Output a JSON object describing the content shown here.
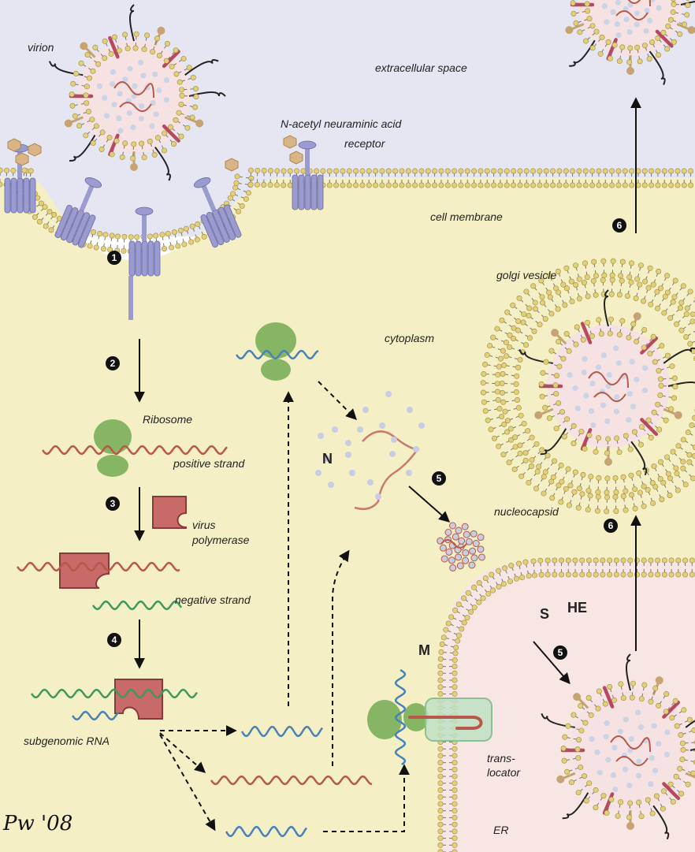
{
  "labels": {
    "virion": "virion",
    "extracellular_space": "extracellular space",
    "neuraminic_acid": "N-acetyl neuraminic acid",
    "receptor": "receptor",
    "cell_membrane": "cell membrane",
    "golgi_vesicle": "golgi vesicle",
    "cytoplasm": "cytoplasm",
    "ribosome": "Ribosome",
    "positive_strand": "positive strand",
    "virus_polymerase_1": "virus",
    "virus_polymerase_2": "polymerase",
    "negative_strand": "negative strand",
    "subgenomic_rna": "subgenomic RNA",
    "n_protein": "N",
    "nucleocapsid": "nucleocapsid",
    "he_protein": "HE",
    "s_protein": "S",
    "m_protein": "M",
    "translocator_1": "trans-",
    "translocator_2": "locator",
    "er": "ER",
    "signature": "Pw '08"
  },
  "steps": {
    "s1": "1",
    "s2": "2",
    "s3": "3",
    "s4": "4",
    "s5a": "5",
    "s5b": "5",
    "s6a": "6",
    "s6b": "6"
  },
  "colors": {
    "extracellular": "#e6e6f2",
    "cytoplasm": "#f4efc4",
    "er_lumen": "#f8e6e4",
    "membrane_head": "#e2cf7a",
    "receptor": "#9b9bd0",
    "ribosome": "#86b664",
    "polymerase": "#c86a68",
    "rna_positive": "#b85848",
    "rna_negative": "#3e9a5c",
    "rna_subgenomic": "#4a82b8",
    "spike_tan": "#c6a373",
    "spike_red": "#b84860"
  }
}
